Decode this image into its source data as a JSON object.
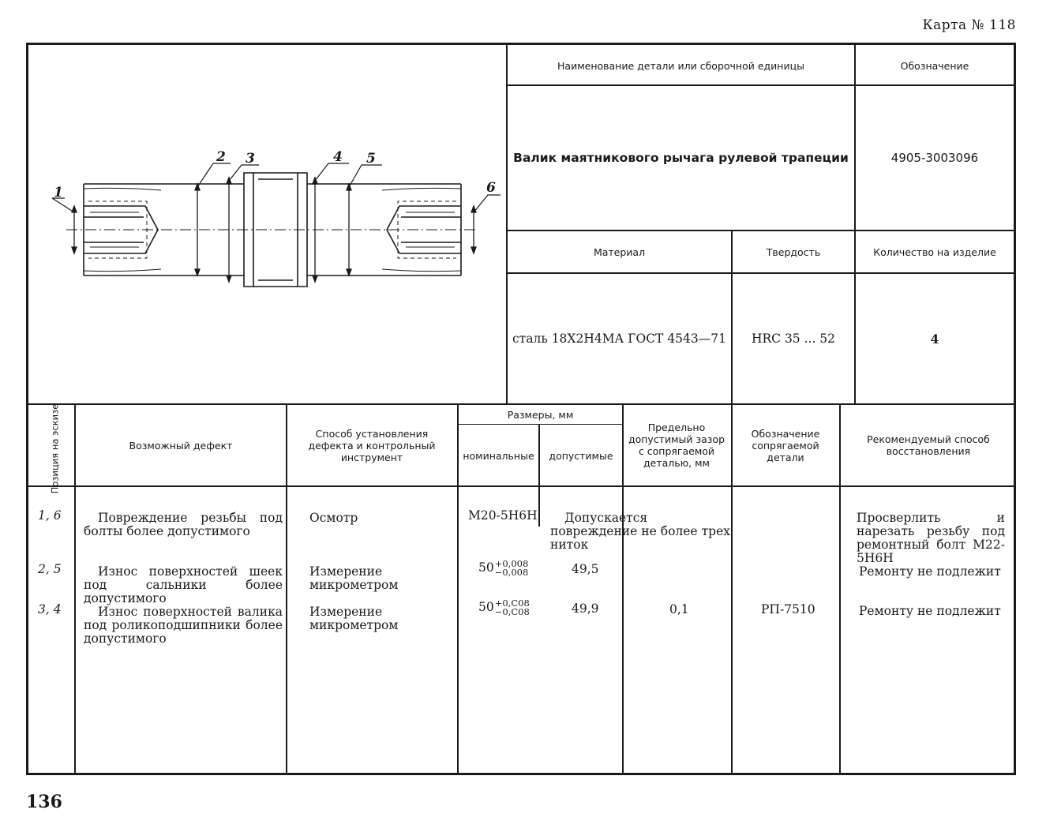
{
  "card_number": "Карта № 118",
  "page_number": "136",
  "sketch": {
    "labels": [
      "1",
      "2",
      "3",
      "4",
      "5",
      "6"
    ]
  },
  "part": {
    "name_header": "Наименование детали или сборочной единицы",
    "designation_header": "Обозначение",
    "name": "Валик маятникового рычага рулевой трапеции",
    "designation": "4905-3003096",
    "material_header": "Материал",
    "hardness_header": "Твердость",
    "quantity_header": "Количество на изделие",
    "material": "сталь 18Х2Н4МА ГОСТ 4543—71",
    "hardness": "HRC 35 ... 52",
    "quantity": "4"
  },
  "table": {
    "headers": {
      "position": "Позиция на эскизе",
      "defect": "Возможный дефект",
      "method": "Способ установления дефекта и контрольный инструмент",
      "sizes": "Размеры, мм",
      "nominal": "номинальные",
      "allowed": "допустимые",
      "clearance": "Предельно допустимый зазор с сопрягаемой деталью, мм",
      "mating": "Обозначение сопрягаемой детали",
      "restore": "Рекомендуемый способ восстановления"
    },
    "rows": [
      {
        "position": "1, 6",
        "defect": "Повреждение резьбы под болты более допустимого",
        "method": "Осмотр",
        "nominal": "M20-5H6H",
        "allowed": "Допускается повреждение не более трех ниток",
        "clearance": "",
        "mating": "",
        "restore": "Просверлить и нарезать резьбу под ремонтный болт M22-5H6H"
      },
      {
        "position": "2, 5",
        "defect": "Износ поверхностей шеек под сальники более допустимого",
        "method": "Измерение микрометром",
        "nominal_base": "50",
        "nominal_upper": "+0,008",
        "nominal_lower": "−0,008",
        "allowed": "49,5",
        "clearance": "",
        "mating": "",
        "restore": "Ремонту не подлежит"
      },
      {
        "position": "3, 4",
        "defect": "Износ поверхностей валика под роликоподшипники более допустимого",
        "method": "Измерение микрометром",
        "nominal_base": "50",
        "nominal_upper": "+0,C08",
        "nominal_lower": "−0,C08",
        "allowed": "49,9",
        "clearance": "0,1",
        "mating": "РП-7510",
        "restore": "Ремонту не подлежит"
      }
    ]
  }
}
